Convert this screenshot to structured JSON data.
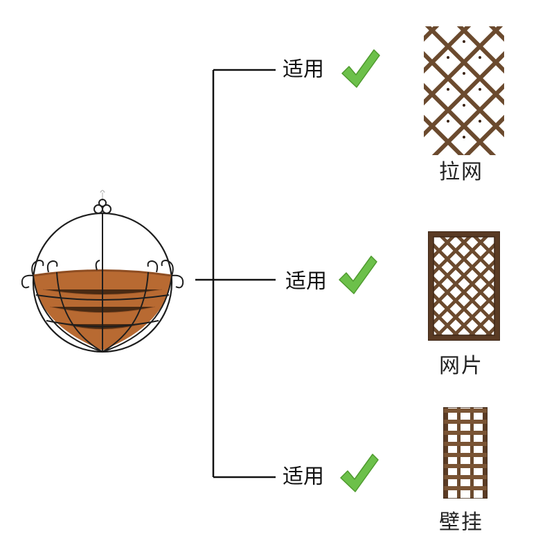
{
  "colors": {
    "connector": "#111111",
    "check_green": "#6cc04a",
    "wood": "#6b4a2e",
    "wood_dark": "#4a3020",
    "coir": "#b86a32",
    "wire": "#1e1e1e"
  },
  "product": {
    "name_icon": "hanging-coir-basket"
  },
  "options": [
    {
      "label": "适用",
      "check_icon": "green-checkmark",
      "image_icon": "wooden-lattice-trellis",
      "caption": "拉网"
    },
    {
      "label": "适用",
      "check_icon": "green-checkmark",
      "image_icon": "framed-lattice-panel",
      "caption": "网片"
    },
    {
      "label": "适用",
      "check_icon": "green-checkmark",
      "image_icon": "wall-mount-slat-rack",
      "caption": "壁挂"
    }
  ]
}
